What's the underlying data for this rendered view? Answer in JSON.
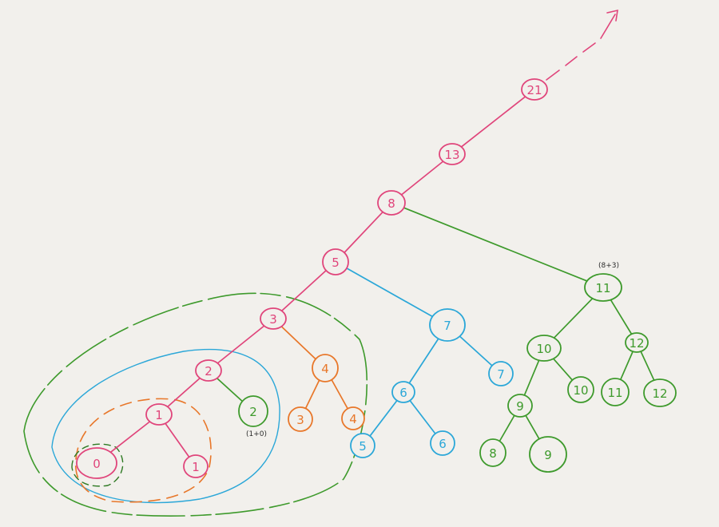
{
  "colors": {
    "paper": "#f2f0ec",
    "pink": "#e0457b",
    "orange": "#e8772a",
    "blue": "#2ba7d8",
    "green": "#3e9a2c"
  },
  "nodes": [
    {
      "id": "n21",
      "label": "21",
      "color": "pink"
    },
    {
      "id": "n13",
      "label": "13",
      "color": "pink"
    },
    {
      "id": "n8",
      "label": "8",
      "color": "pink"
    },
    {
      "id": "n5",
      "label": "5",
      "color": "pink"
    },
    {
      "id": "n3",
      "label": "3",
      "color": "pink"
    },
    {
      "id": "n2a",
      "label": "2",
      "color": "pink"
    },
    {
      "id": "n1a",
      "label": "1",
      "color": "pink"
    },
    {
      "id": "n0",
      "label": "0",
      "color": "pink"
    },
    {
      "id": "n1b",
      "label": "1",
      "color": "pink"
    },
    {
      "id": "n2b",
      "label": "2",
      "color": "green"
    },
    {
      "id": "n4a",
      "label": "4",
      "color": "orange"
    },
    {
      "id": "n3b",
      "label": "3",
      "color": "orange"
    },
    {
      "id": "n4b",
      "label": "4",
      "color": "orange"
    },
    {
      "id": "n7a",
      "label": "7",
      "color": "blue"
    },
    {
      "id": "n6a",
      "label": "6",
      "color": "blue"
    },
    {
      "id": "n7b",
      "label": "7",
      "color": "blue"
    },
    {
      "id": "n5b",
      "label": "5",
      "color": "blue"
    },
    {
      "id": "n6b",
      "label": "6",
      "color": "blue"
    },
    {
      "id": "n11a",
      "label": "11",
      "color": "green"
    },
    {
      "id": "n10a",
      "label": "10",
      "color": "green"
    },
    {
      "id": "n12a",
      "label": "12",
      "color": "green"
    },
    {
      "id": "n9a",
      "label": "9",
      "color": "green"
    },
    {
      "id": "n10b",
      "label": "10",
      "color": "green"
    },
    {
      "id": "n11b",
      "label": "11",
      "color": "green"
    },
    {
      "id": "n12b",
      "label": "12",
      "color": "green"
    },
    {
      "id": "n8b",
      "label": "8",
      "color": "green"
    },
    {
      "id": "n9b",
      "label": "9",
      "color": "green"
    }
  ],
  "edges": [
    {
      "from": "n13",
      "to": "n21",
      "color": "pink"
    },
    {
      "from": "n8",
      "to": "n13",
      "color": "pink"
    },
    {
      "from": "n5",
      "to": "n8",
      "color": "pink"
    },
    {
      "from": "n3",
      "to": "n5",
      "color": "pink"
    },
    {
      "from": "n2a",
      "to": "n3",
      "color": "pink"
    },
    {
      "from": "n1a",
      "to": "n2a",
      "color": "pink"
    },
    {
      "from": "n0",
      "to": "n1a",
      "color": "pink"
    },
    {
      "from": "n1a",
      "to": "n1b",
      "color": "pink"
    },
    {
      "from": "n2a",
      "to": "n2b",
      "color": "green"
    },
    {
      "from": "n3",
      "to": "n4a",
      "color": "orange"
    },
    {
      "from": "n4a",
      "to": "n3b",
      "color": "orange"
    },
    {
      "from": "n4a",
      "to": "n4b",
      "color": "orange"
    },
    {
      "from": "n5",
      "to": "n7a",
      "color": "blue"
    },
    {
      "from": "n7a",
      "to": "n6a",
      "color": "blue"
    },
    {
      "from": "n7a",
      "to": "n7b",
      "color": "blue"
    },
    {
      "from": "n6a",
      "to": "n5b",
      "color": "blue"
    },
    {
      "from": "n6a",
      "to": "n6b",
      "color": "blue"
    },
    {
      "from": "n8",
      "to": "n11a",
      "color": "green"
    },
    {
      "from": "n11a",
      "to": "n10a",
      "color": "green"
    },
    {
      "from": "n11a",
      "to": "n12a",
      "color": "green"
    },
    {
      "from": "n10a",
      "to": "n9a",
      "color": "green"
    },
    {
      "from": "n10a",
      "to": "n10b",
      "color": "green"
    },
    {
      "from": "n12a",
      "to": "n11b",
      "color": "green"
    },
    {
      "from": "n12a",
      "to": "n12b",
      "color": "green"
    },
    {
      "from": "n9a",
      "to": "n8b",
      "color": "green"
    },
    {
      "from": "n9a",
      "to": "n9b",
      "color": "green"
    }
  ],
  "annotations": {
    "note_2b": "(1+0)",
    "note_11": "(8+3)"
  }
}
